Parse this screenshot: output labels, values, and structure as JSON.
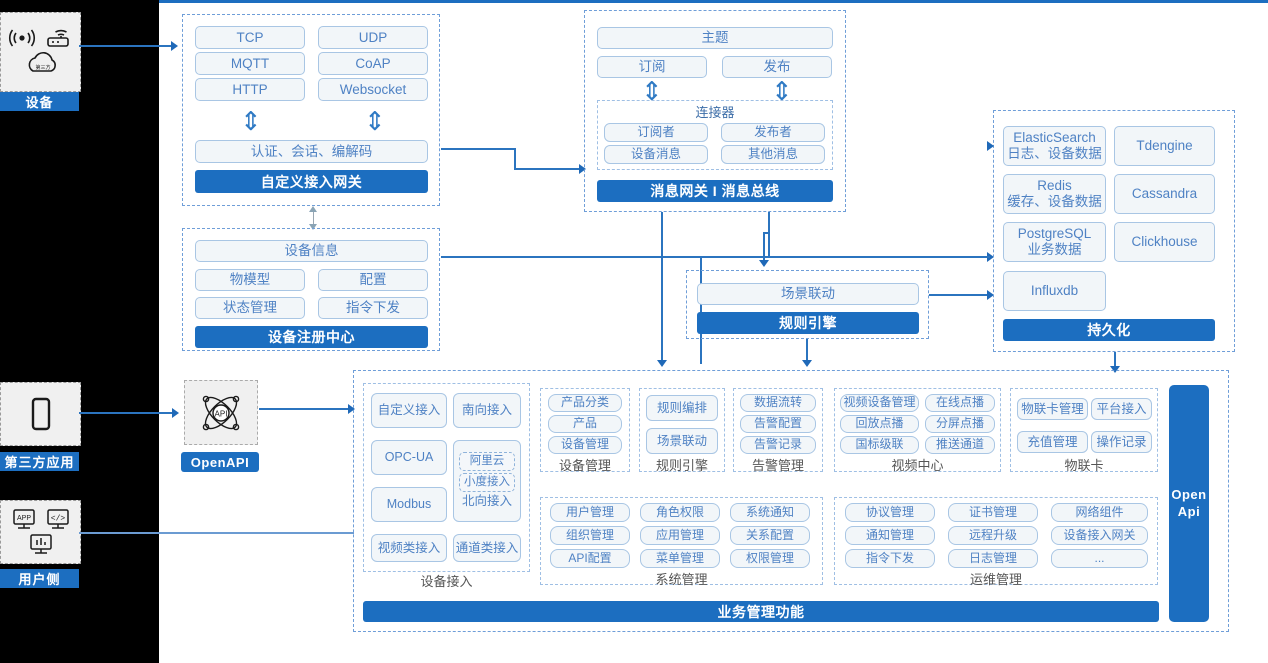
{
  "diagram": {
    "title": "IoT Platform Architecture",
    "colors": {
      "accent": "#1c6ec0",
      "chip_text": "#4f82c4",
      "chip_fill": "#f2f6f9",
      "chip_border": "#a9c6e4",
      "group_border": "#6f9ed8",
      "rail_card": "#f0f0f0"
    }
  },
  "rail": {
    "items": [
      {
        "label": "设备",
        "icons": [
          "signal-waves-icon",
          "router-icon",
          "cloud-icon"
        ]
      },
      {
        "label": "第三方应用",
        "icons": [
          "mobile-phone-icon"
        ]
      },
      {
        "label": "用户侧",
        "icons": [
          "app-screen-icon",
          "code-screen-icon",
          "dashboard-screen-icon"
        ]
      }
    ]
  },
  "gateway": {
    "protocols": [
      "TCP",
      "UDP",
      "MQTT",
      "CoAP",
      "HTTP",
      "Websocket"
    ],
    "middle": "认证、会话、编解码",
    "bar": "自定义接入网关"
  },
  "message_bus": {
    "topic": "主题",
    "pubsub": [
      "订阅",
      "发布"
    ],
    "connector_title": "连接器",
    "connector_items": [
      "订阅者",
      "发布者",
      "设备消息",
      "其他消息"
    ],
    "bar": "消息网关 I 消息总线"
  },
  "registry": {
    "info": "设备信息",
    "items": [
      "物模型",
      "配置",
      "状态管理",
      "指令下发"
    ],
    "bar": "设备注册中心"
  },
  "rule_engine": {
    "chip": "场景联动",
    "bar": "规则引擎"
  },
  "persistence": {
    "stores": [
      {
        "name": "ElasticSearch",
        "sub": "日志、设备数据"
      },
      {
        "name": "Tdengine",
        "sub": ""
      },
      {
        "name": "Redis",
        "sub": "缓存、设备数据"
      },
      {
        "name": "Cassandra",
        "sub": ""
      },
      {
        "name": "PostgreSQL",
        "sub": "业务数据"
      },
      {
        "name": "Clickhouse",
        "sub": ""
      },
      {
        "name": "Influxdb",
        "sub": ""
      }
    ],
    "bar": "持久化"
  },
  "openapi": {
    "icon": "api-atom-icon",
    "label": "OpenAPI",
    "vertical_bar": "Open Api"
  },
  "business": {
    "bar": "业务管理功能",
    "device_access": {
      "caption": "设备接入",
      "left": [
        "自定义接入",
        "OPC-UA",
        "Modbus",
        "视频类接入"
      ],
      "right_top": "南向接入",
      "right_mid_dashed": [
        "阿里云",
        "小度接入"
      ],
      "right_mid_label": "北向接入",
      "right_bottom": "通道类接入"
    },
    "groups": [
      {
        "caption": "设备管理",
        "items": [
          "产品分类",
          "产品",
          "设备管理"
        ],
        "cols": 1
      },
      {
        "caption": "规则引擎",
        "items": [
          "规则编排",
          "场景联动"
        ],
        "cols": 1
      },
      {
        "caption": "告警管理",
        "items": [
          "数据流转",
          "告警配置",
          "告警记录"
        ],
        "cols": 1
      },
      {
        "caption": "视频中心",
        "items": [
          "视频设备管理",
          "在线点播",
          "回放点播",
          "分屏点播",
          "国标级联",
          "推送通道"
        ],
        "cols": 2
      },
      {
        "caption": "物联卡",
        "items": [
          "物联卡管理",
          "平台接入",
          "充值管理",
          "操作记录"
        ],
        "cols": 2
      },
      {
        "caption": "系统管理",
        "items": [
          "用户管理",
          "角色权限",
          "系统通知",
          "组织管理",
          "应用管理",
          "关系配置",
          "API配置",
          "菜单管理",
          "权限管理"
        ],
        "cols": 3
      },
      {
        "caption": "运维管理",
        "items": [
          "协议管理",
          "证书管理",
          "网络组件",
          "通知管理",
          "远程升级",
          "设备接入网关",
          "指令下发",
          "日志管理",
          "..."
        ],
        "cols": 3
      }
    ]
  }
}
